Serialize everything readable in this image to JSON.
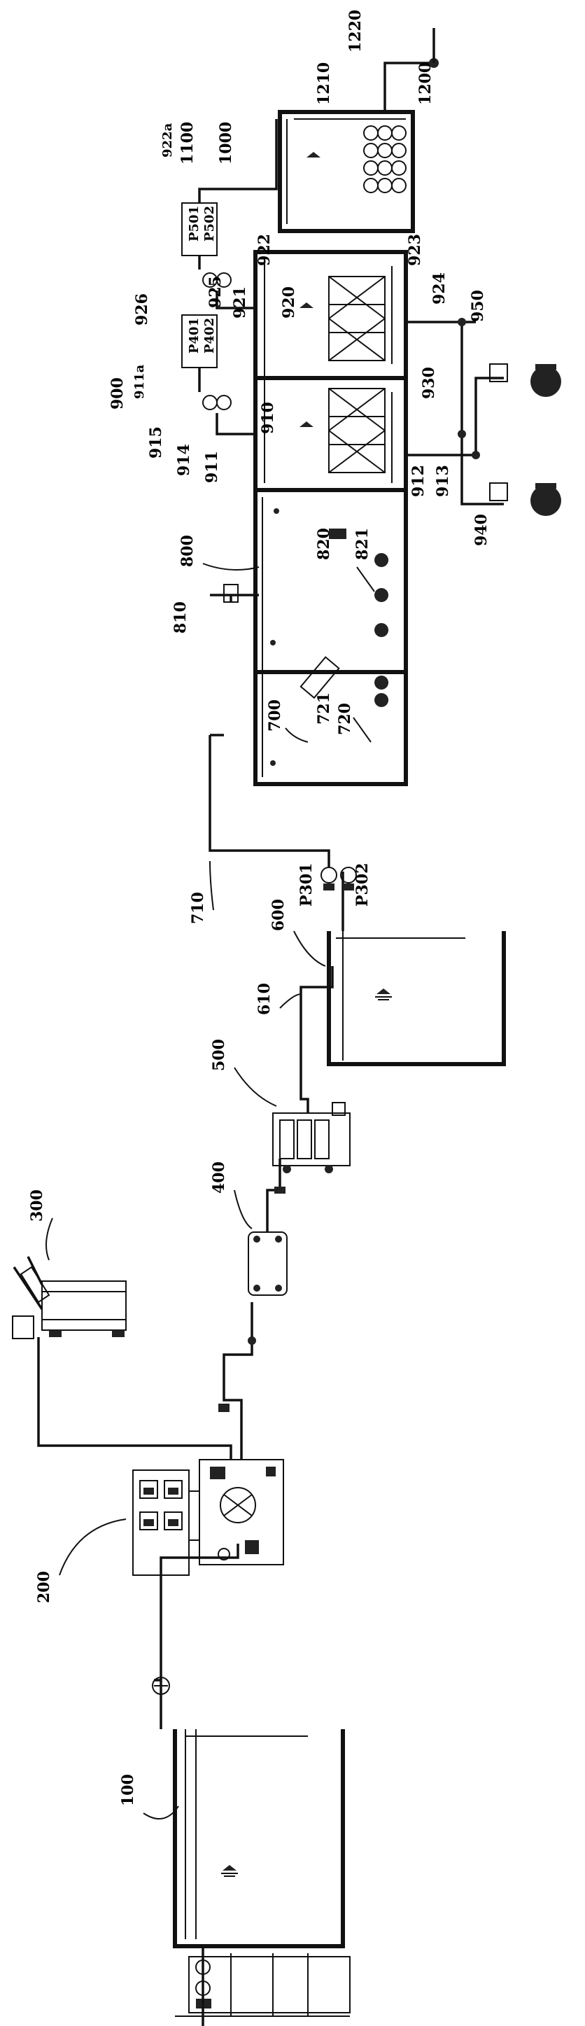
{
  "labels": {
    "l100": "100",
    "l200": "200",
    "l300": "300",
    "l400": "400",
    "l500": "500",
    "l600": "600",
    "l610": "610",
    "l700": "700",
    "l710": "710",
    "l720": "720",
    "l721": "721",
    "l800": "800",
    "l810": "810",
    "l820": "820",
    "l821": "821",
    "l900": "900",
    "l910": "910",
    "l911": "911",
    "l911a": "911a",
    "l912": "912",
    "l913": "913",
    "l914": "914",
    "l915": "915",
    "l920": "920",
    "l921": "921",
    "l922": "922",
    "l922a": "922a",
    "l923": "923",
    "l924": "924",
    "l925": "925",
    "l926": "926",
    "l930": "930",
    "l940": "940",
    "l950": "950",
    "l1000": "1000",
    "l1100": "1100",
    "l1200": "1200",
    "l1210": "1210",
    "l1220": "1220",
    "lP301": "P301",
    "lP302": "P302",
    "lP401": "P401",
    "lP402": "P402",
    "lP501": "P501",
    "lP502": "P502"
  },
  "colors": {
    "line": "#111111",
    "background": "#ffffff"
  }
}
